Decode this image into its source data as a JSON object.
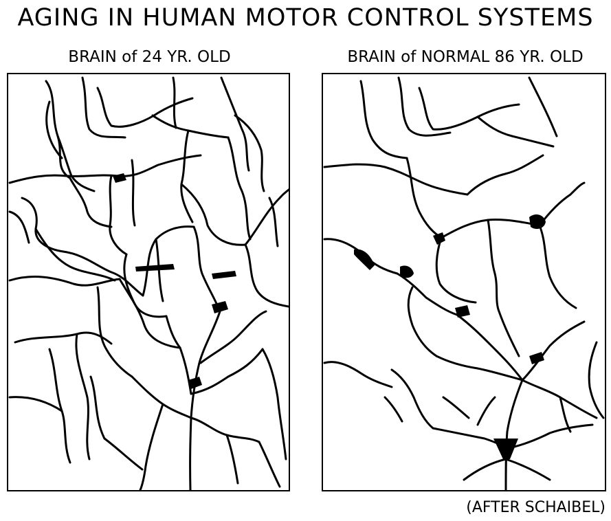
{
  "title": "AGING IN HUMAN MOTOR CONTROL SYSTEMS",
  "panels": {
    "young": {
      "label": "BRAIN of 24 YR. OLD"
    },
    "old": {
      "label": "BRAIN of NORMAL 86 YR. OLD"
    }
  },
  "credit": "(AFTER SCHAIBEL)",
  "colors": {
    "ink": "#000000",
    "background": "#ffffff"
  }
}
